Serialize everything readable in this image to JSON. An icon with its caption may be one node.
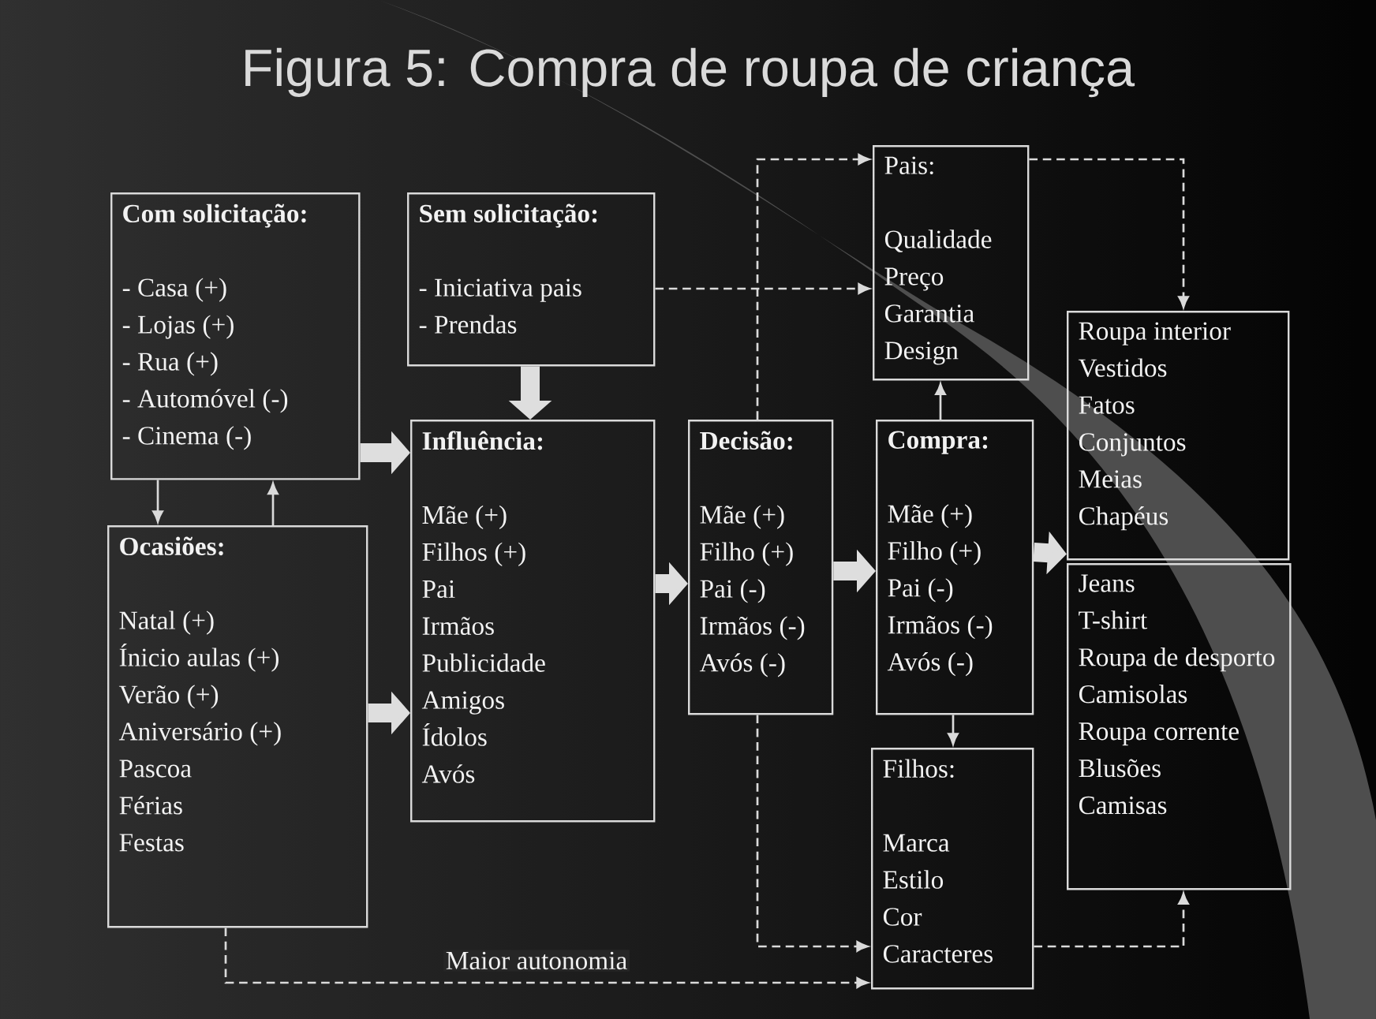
{
  "diagram": {
    "title": "Figura 5: Compra de roupa de criança",
    "nodes": [
      {
        "text": [
          "Com solicitação:",
          "- Casa (+)",
          "- Lojas (+)",
          "- Rua (+)",
          "- Automóvel (-)",
          "- Cinema (-)"
        ]
      },
      {
        "text": [
          "Sem solicitação:",
          "- Iniciativa pais",
          "- Prendas"
        ]
      },
      {
        "text": [
          "Influência:",
          "Mãe (+)",
          "Filhos (+)",
          "Pai",
          "Irmãos",
          "Publicidade",
          "Amigos",
          "Ídolos",
          "Avós"
        ]
      },
      {
        "text": [
          "Ocasiões:",
          "Natal (+)",
          "Ínicio aulas (+)",
          "Verão (+)",
          "Aniversário (+)",
          "Pascoa",
          "Férias",
          "Festas"
        ]
      },
      {
        "text": [
          "Decisão:",
          "Mãe (+)",
          "Filho (+)",
          "Pai (-)",
          "Irmãos (-)",
          "Avós (-)"
        ]
      },
      {
        "text": [
          "Compra:",
          "Mãe (+)",
          "Filho (+)",
          "Pai (-)",
          "Irmãos (-)",
          "Avós (-)"
        ]
      },
      {
        "text": [
          "Pais:",
          "Qualidade",
          "Preço",
          "Garantia",
          "Design"
        ]
      },
      {
        "text": [
          "Filhos:",
          "Marca",
          "Estilo",
          "Cor",
          "Caracteres"
        ]
      },
      {
        "text": [
          "Roupa interior",
          "Vestidos",
          "Fatos",
          "Conjuntos",
          "Meias",
          "Chapéus"
        ]
      },
      {
        "text": [
          "Jeans",
          "T-shirt",
          "Roupa de desporto",
          "Camisolas",
          "Roupa corrente",
          "Blusões",
          "Camisas"
        ]
      }
    ],
    "edges": [
      {
        "from": 0,
        "to": 3,
        "arrow": "to"
      },
      {
        "from": 3,
        "to": 0,
        "arrow": "to"
      },
      {
        "from": 0,
        "to": 2,
        "arrow": "to",
        "style": "thick"
      },
      {
        "from": 1,
        "to": 2,
        "arrow": "to",
        "style": "thick"
      },
      {
        "from": 3,
        "to": 2,
        "arrow": "to",
        "style": "thick"
      },
      {
        "from": 2,
        "to": 4,
        "arrow": "to",
        "style": "thick"
      },
      {
        "from": 4,
        "to": 5,
        "arrow": "to",
        "style": "thick"
      },
      {
        "from": 5,
        "to": 8,
        "arrow": "to",
        "style": "thick"
      },
      {
        "from": 1,
        "to": 6,
        "arrow": "to",
        "style": "dashed"
      },
      {
        "from": 4,
        "to": 6,
        "arrow": "to",
        "style": "dashed"
      },
      {
        "from": 6,
        "to": 8,
        "arrow": "to",
        "style": "dashed"
      },
      {
        "from": 5,
        "to": 6,
        "arrow": "to"
      },
      {
        "from": 5,
        "to": 7,
        "arrow": "to"
      },
      {
        "from": 4,
        "to": 7,
        "arrow": "to",
        "style": "dashed"
      },
      {
        "from": 3,
        "to": 7,
        "arrow": "to",
        "style": "dashed",
        "label": "Maior autonomia"
      },
      {
        "from": 7,
        "to": 9,
        "arrow": "to",
        "style": "dashed"
      }
    ]
  }
}
